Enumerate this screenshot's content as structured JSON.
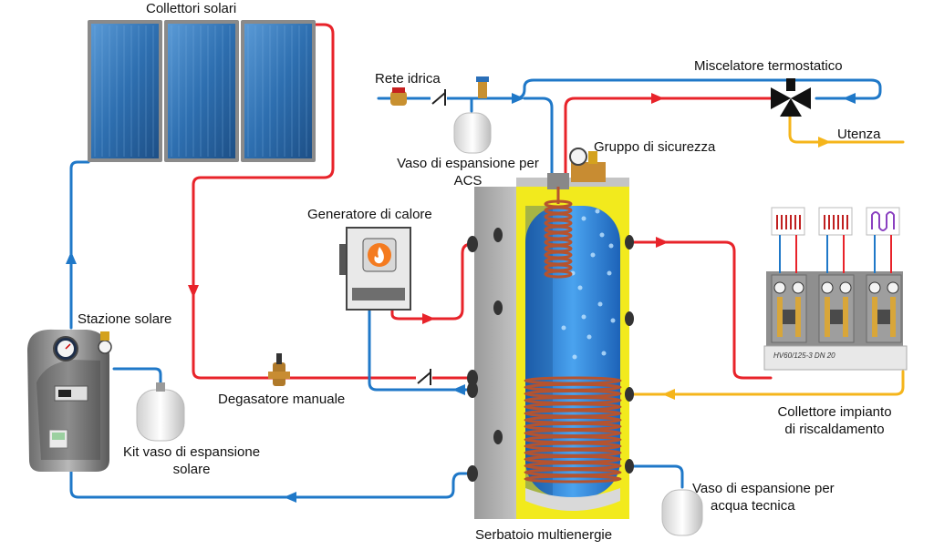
{
  "labels": {
    "collettori_solari": "Collettori solari",
    "rete_idrica": "Rete idrica",
    "miscelatore": "Miscelatore termostatico",
    "utenza": "Utenza",
    "vaso_acs_1": "Vaso di espansione per",
    "vaso_acs_2": "ACS",
    "gruppo_sicurezza": "Gruppo di sicurezza",
    "generatore": "Generatore di calore",
    "stazione_solare": "Stazione solare",
    "degasatore": "Degasatore manuale",
    "kit_vaso_1": "Kit vaso di espansione",
    "kit_vaso_2": "solare",
    "collettore_1": "Collettore impianto",
    "collettore_2": "di riscaldamento",
    "vaso_tecnica_1": "Vaso di espansione per",
    "vaso_tecnica_2": "acqua tecnica",
    "serbatoio": "Serbatoio multienergie",
    "manifold_plate": "HV60/125-3 DN 20"
  },
  "colors": {
    "hot_pipe": "#e8232a",
    "cold_pipe": "#1f78c8",
    "dhw_pipe": "#f5b51b",
    "tank_yellow": "#f2ea1d",
    "tank_water": "#3a8fe0",
    "coil": "#b5532f",
    "panel": "#2e6fb0"
  },
  "icons": [
    "flame-icon",
    "radiator-icon",
    "underfloor-icon",
    "gauge-icon",
    "valve-icon",
    "check-valve-icon",
    "arrow-icon"
  ]
}
